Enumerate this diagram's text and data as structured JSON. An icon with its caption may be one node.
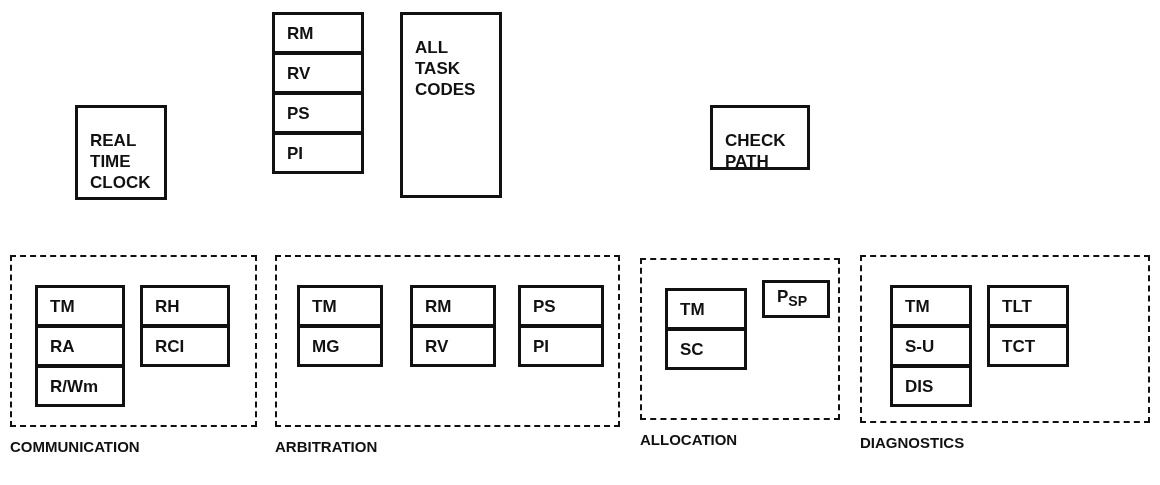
{
  "diagram": {
    "nodes": [
      {
        "text": [
          "REAL TIME CLOCK"
        ]
      },
      {
        "text": [
          "RM"
        ]
      },
      {
        "text": [
          "RV"
        ]
      },
      {
        "text": [
          "PS"
        ]
      },
      {
        "text": [
          "PI"
        ]
      },
      {
        "text": [
          "ALL TASK CODES"
        ]
      },
      {
        "text": [
          "CHECK PATH"
        ]
      },
      {
        "text": [
          "COMMUNICATION"
        ]
      },
      {
        "text": [
          "TM"
        ],
        "in": 7
      },
      {
        "text": [
          "RA"
        ],
        "in": 7
      },
      {
        "text": [
          "R/Wm"
        ],
        "in": 7
      },
      {
        "text": [
          "RH"
        ],
        "in": 7
      },
      {
        "text": [
          "RCI"
        ],
        "in": 7
      },
      {
        "text": [
          "ARBITRATION"
        ]
      },
      {
        "text": [
          "TM"
        ],
        "in": 13
      },
      {
        "text": [
          "MG"
        ],
        "in": 13
      },
      {
        "text": [
          "RM"
        ],
        "in": 13
      },
      {
        "text": [
          "RV"
        ],
        "in": 13
      },
      {
        "text": [
          "PS"
        ],
        "in": 13
      },
      {
        "text": [
          "PI"
        ],
        "in": 13
      },
      {
        "text": [
          "ALLOCATION"
        ]
      },
      {
        "text": [
          "TM"
        ],
        "in": 20
      },
      {
        "text": [
          "SC"
        ],
        "in": 20
      },
      {
        "text": [
          "P$_{SP}$"
        ],
        "in": 20
      },
      {
        "text": [
          "DIAGNOSTICS"
        ]
      },
      {
        "text": [
          "TM"
        ],
        "in": 24
      },
      {
        "text": [
          "S-U"
        ],
        "in": 24
      },
      {
        "text": [
          "DIS"
        ],
        "in": 24
      },
      {
        "text": [
          "TLT"
        ],
        "in": 24
      },
      {
        "text": [
          "TCT"
        ],
        "in": 24
      }
    ],
    "edges": []
  }
}
